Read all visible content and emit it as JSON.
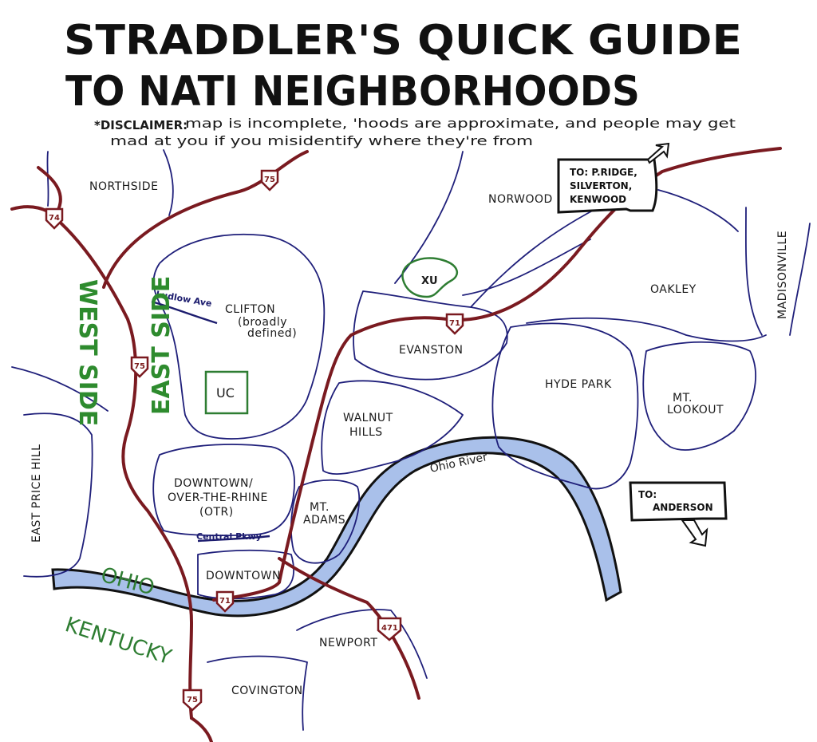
{
  "title_line1": "STRADDLER'S QUICK GUIDE",
  "title_line2": "TO NATI NEIGHBORHOODS",
  "disclaimer_label": "*DISCLAIMER:",
  "disclaimer_line1": "map is incomplete, 'hoods are approximate, and people may get",
  "disclaimer_line2": "mad at you if you misidentify where they're from",
  "neighborhoods": {
    "northside": "NORTHSIDE",
    "norwood": "NORWOOD",
    "clifton": "CLIFTON",
    "clifton_note1": "(broadly",
    "clifton_note2": "defined)",
    "evanston": "EVANSTON",
    "oakley": "OAKLEY",
    "madisonville": "MADISONVILLE",
    "hyde_park": "HYDE PARK",
    "mt_lookout_1": "MT.",
    "mt_lookout_2": "LOOKOUT",
    "walnut_hills_1": "WALNUT",
    "walnut_hills_2": "HILLS",
    "east_price_hill": "EAST PRICE HILL",
    "downtown_otr_1": "DOWNTOWN/",
    "downtown_otr_2": "OVER-THE-RHINE",
    "downtown_otr_3": "(OTR)",
    "mt_adams_1": "MT.",
    "mt_adams_2": "ADAMS",
    "downtown": "DOWNTOWN",
    "newport": "NEWPORT",
    "covington": "COVINGTON"
  },
  "landmarks": {
    "uc": "UC",
    "xu": "XU"
  },
  "streets": {
    "ludlow": "Ludlow Ave",
    "central": "Central Pkwy"
  },
  "sides": {
    "west": "WEST SIDE",
    "east": "EAST SIDE"
  },
  "states": {
    "ohio": "OHIO",
    "kentucky": "KENTUCKY"
  },
  "river_label": "Ohio River",
  "highways": {
    "i74": "74",
    "i75": "75",
    "i71": "71",
    "i471": "471"
  },
  "signs": {
    "to_pridge_1": "TO: P.RIDGE,",
    "to_pridge_2": "SILVERTON,",
    "to_pridge_3": "KENWOOD",
    "to_anderson_1": "TO:",
    "to_anderson_2": "ANDERSON"
  },
  "colors": {
    "highway": "#7a1a20",
    "river": "#a9c0ea",
    "borders": "#1f1f7a",
    "side_labels": "#2e8b2e"
  }
}
